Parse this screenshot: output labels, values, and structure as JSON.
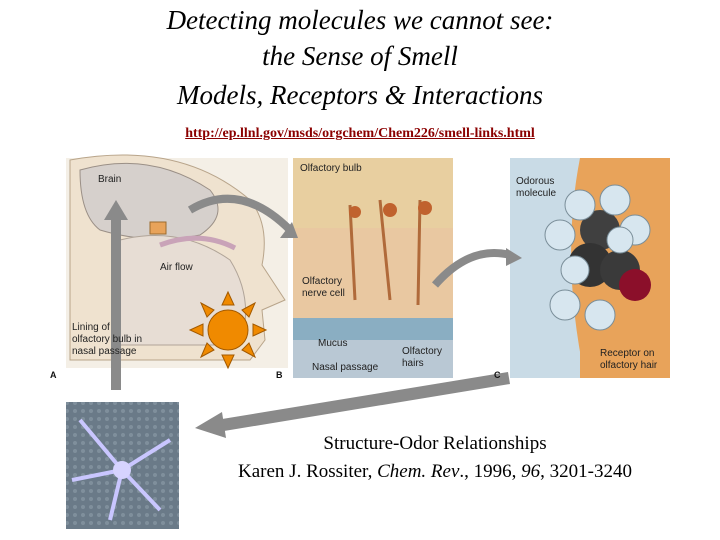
{
  "title": {
    "line1": "Detecting molecules we cannot see:",
    "line2": "the Sense of Smell",
    "line3": "Models, Receptors & Interactions"
  },
  "url": "http://ep.llnl.gov/msds/orgchem/Chem226/smell-links.html",
  "figure": {
    "panel_a": {
      "letter": "A",
      "brain": "Brain",
      "air_flow": "Air flow",
      "lining": [
        "Lining of",
        "olfactory bulb in",
        "nasal passage"
      ]
    },
    "panel_b": {
      "letter": "B",
      "bulb": "Olfactory bulb",
      "nerve_cell": [
        "Olfactory",
        "nerve cell"
      ],
      "mucus": "Mucus",
      "nasal_passage": "Nasal passage",
      "hairs": [
        "Olfactory",
        "hairs"
      ]
    },
    "panel_c": {
      "letter": "C",
      "molecule": [
        "Odorous",
        "molecule"
      ],
      "receptor": [
        "Receptor on",
        "olfactory hair"
      ]
    }
  },
  "reference": {
    "line1": "Structure-Odor Relationships",
    "author": "Karen J. Rossiter, ",
    "journal": "Chem. Rev",
    "sep1": "., 1996, ",
    "volume": "96",
    "pages": ", 3201-3240"
  },
  "colors": {
    "panel_a_bg": "#f4efe6",
    "panel_b_bg": "#d8b98a",
    "panel_c_bg": "#e8a35a",
    "sun": "#f08a00",
    "arrow": "#8a8a8a",
    "url": "#8b0000"
  }
}
